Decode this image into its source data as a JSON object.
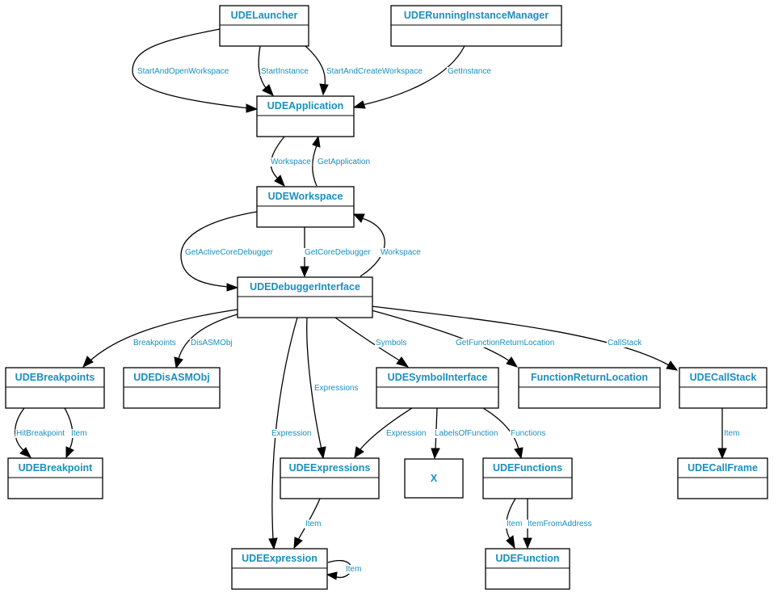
{
  "colors": {
    "text": "#1a8fbf",
    "stroke": "#000000",
    "background": "#ffffff"
  },
  "nodes": {
    "launcher": "UDELauncher",
    "running_manager": "UDERunningInstanceManager",
    "application": "UDEApplication",
    "workspace": "UDEWorkspace",
    "debugger_interface": "UDEDebuggerInterface",
    "breakpoints": "UDEBreakpoints",
    "disasmobj": "UDEDisASMObj",
    "symbol_interface": "UDESymbolInterface",
    "function_return_location": "FunctionReturnLocation",
    "callstack": "UDECallStack",
    "breakpoint": "UDEBreakpoint",
    "expressions": "UDEExpressions",
    "x": "X",
    "functions": "UDEFunctions",
    "callframe": "UDECallFrame",
    "expression": "UDEExpression",
    "function": "UDEFunction"
  },
  "edges": {
    "start_and_open_workspace": "StartAndOpenWorkspace",
    "start_instance": "StartInstance",
    "start_and_create_workspace": "StartAndCreateWorkspace",
    "get_instance": "GetInstance",
    "app_workspace": "Workspace",
    "get_application": "GetApplication",
    "get_active_core_debugger": "GetActiveCoreDebugger",
    "get_core_debugger": "GetCoreDebugger",
    "dbg_workspace": "Workspace",
    "breakpoints": "Breakpoints",
    "disasmobj": "DisASMObj",
    "symbols": "Symbols",
    "get_function_return_location": "GetFunctionReturnLocation",
    "callstack": "CallStack",
    "expressions": "Expressions",
    "expression": "Expression",
    "hit_breakpoint": "HitBreakpoint",
    "breakpoints_item": "Item",
    "sym_expression": "Expression",
    "labels_of_function": "LabelsOfFunction",
    "functions": "Functions",
    "callstack_item": "Item",
    "expressions_item": "Item",
    "expression_item": "Item",
    "functions_item": "Item",
    "item_from_address": "ItemFromAddress"
  }
}
